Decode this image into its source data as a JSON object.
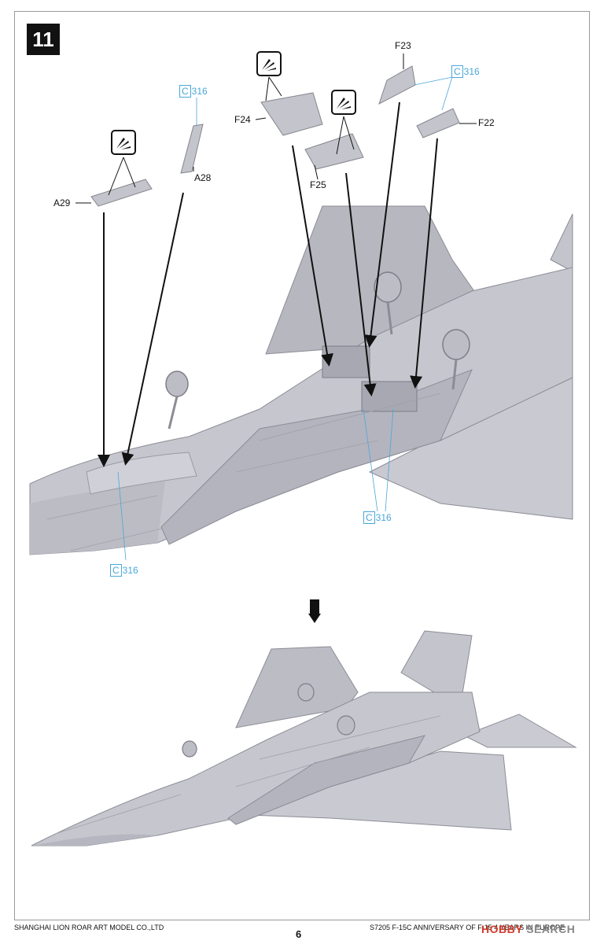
{
  "step": {
    "number": "11"
  },
  "parts": {
    "a29": "A29",
    "a28": "A28",
    "f24": "F24",
    "f25": "F25",
    "f23": "F23",
    "f22": "F22"
  },
  "color_refs": [
    {
      "code": "C",
      "num": "316"
    },
    {
      "code": "C",
      "num": "316"
    },
    {
      "code": "C",
      "num": "316"
    },
    {
      "code": "C",
      "num": "316"
    }
  ],
  "icons": {
    "tool": "cement-glue-icon",
    "next": "down-arrow-icon"
  },
  "colors": {
    "aircraft": "#c6c6ce",
    "aircraft_shade": "#adadb7",
    "callout_blue": "#4aa7d9"
  },
  "footer": {
    "left": "SHANGHAI LION ROAR ART MODEL CO.,LTD",
    "page": "6",
    "right": "S7205 F-15C ANNIVERSARY OF F-15 4 YEARS IN EUROPE",
    "watermark_1": "HOBBY",
    "watermark_2": "SEARCH"
  }
}
